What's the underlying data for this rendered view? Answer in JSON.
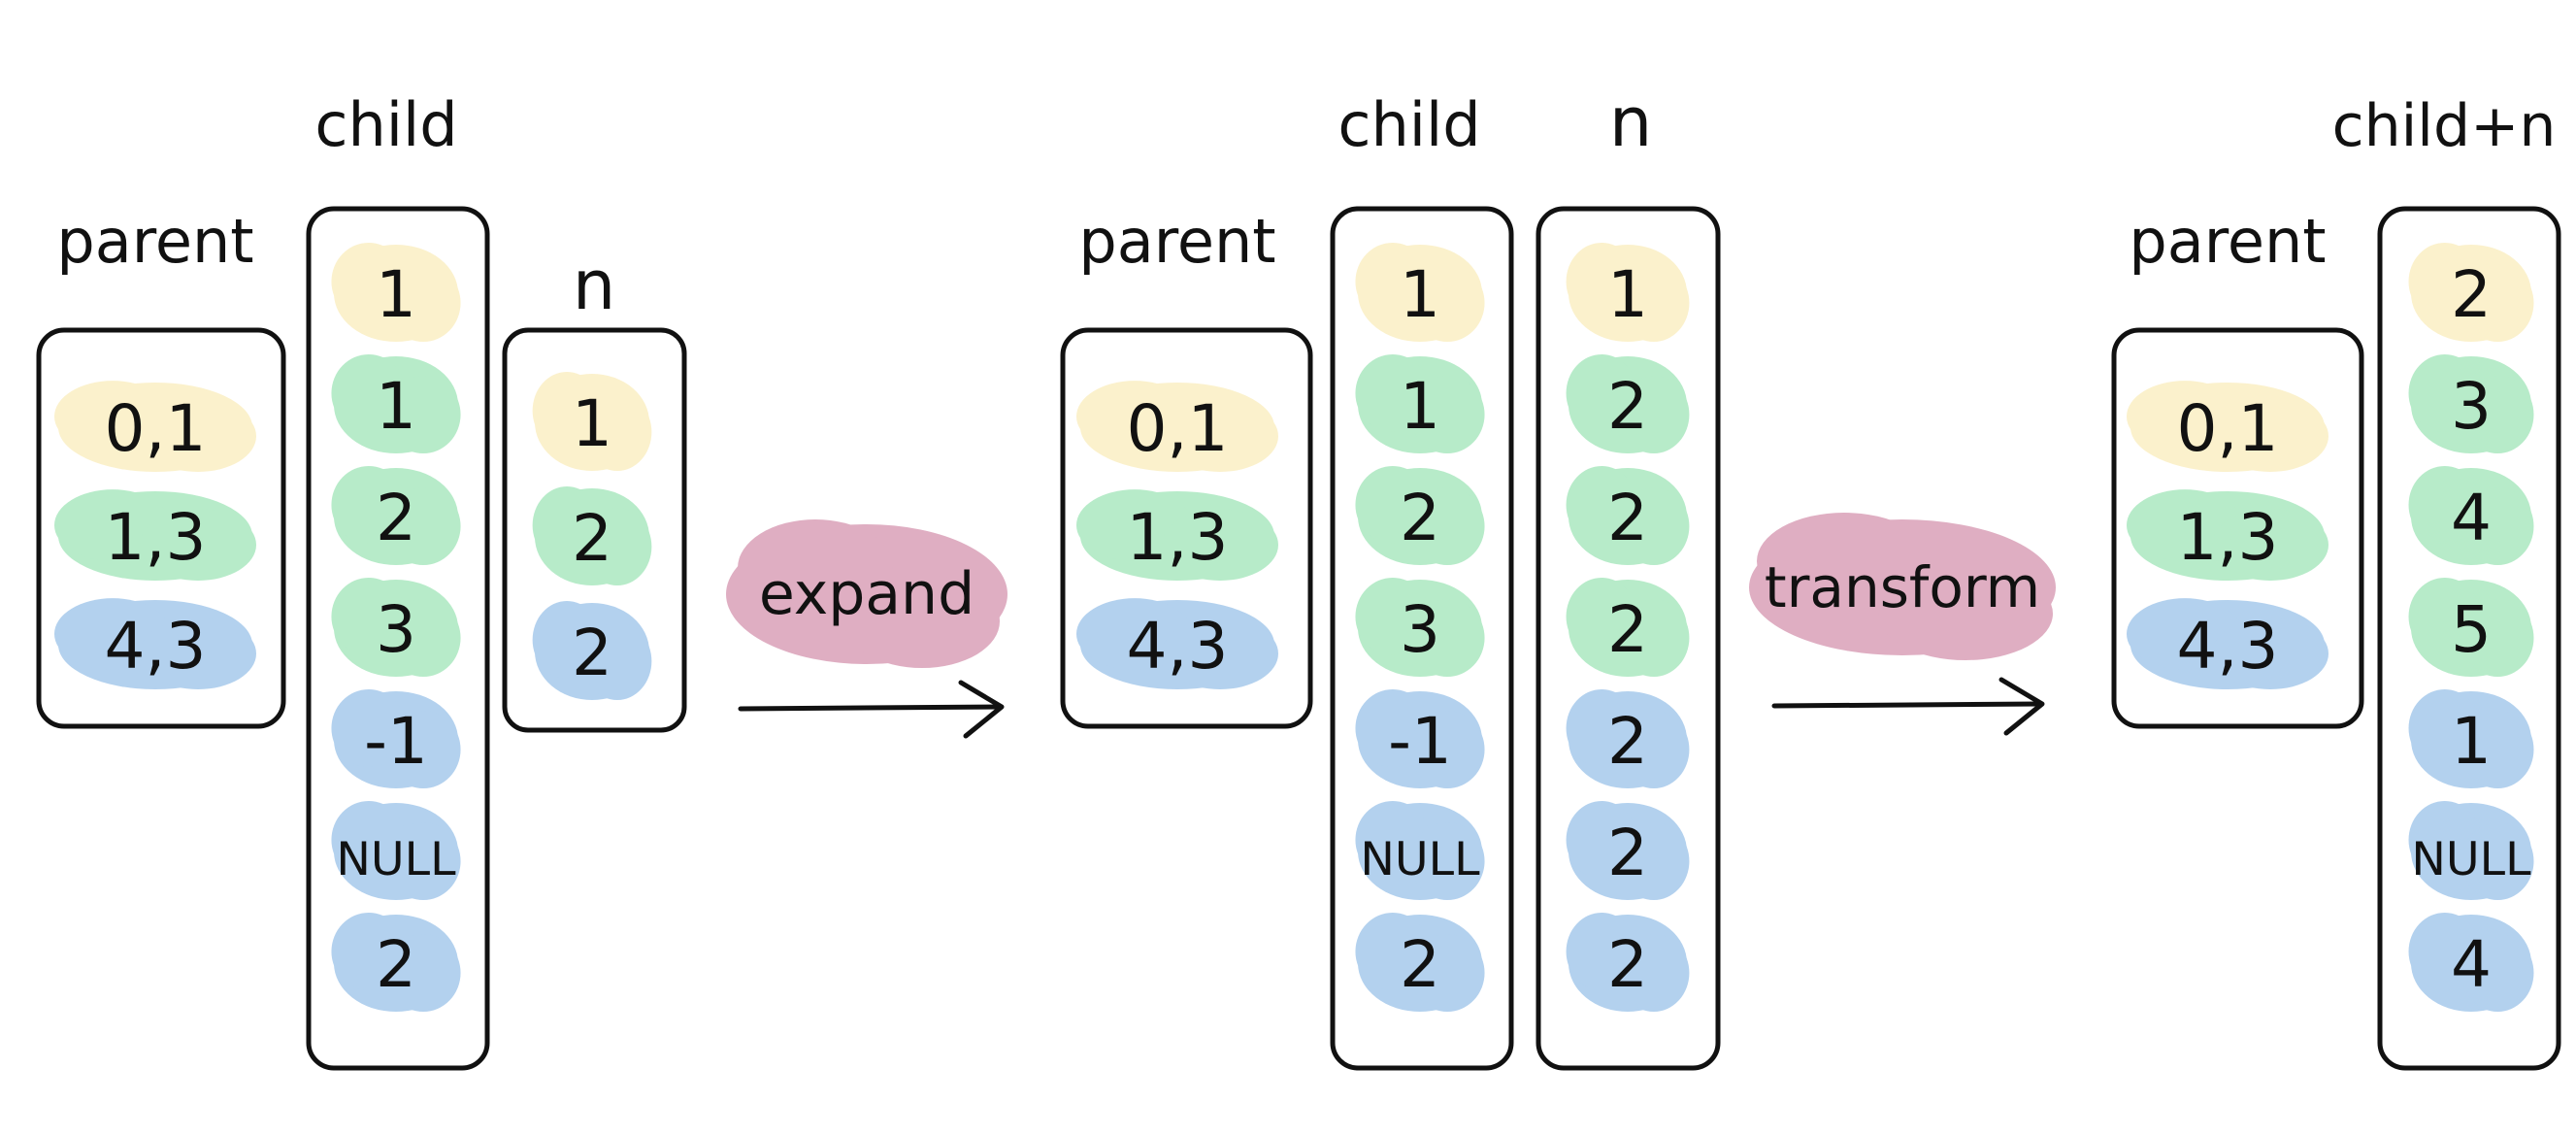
{
  "colors": {
    "yellow": "#fbf1cc",
    "green": "#b7ebc9",
    "blue": "#b3d1ee",
    "pink": "#dfaec2",
    "ink": "#111111"
  },
  "stage1": {
    "parent": {
      "label": "parent",
      "rows": [
        {
          "value": "0,1",
          "color": "yellow"
        },
        {
          "value": "1,3",
          "color": "green"
        },
        {
          "value": "4,3",
          "color": "blue"
        }
      ]
    },
    "child": {
      "label": "child",
      "items": [
        {
          "value": "1",
          "color": "yellow"
        },
        {
          "value": "1",
          "color": "green"
        },
        {
          "value": "2",
          "color": "green"
        },
        {
          "value": "3",
          "color": "green"
        },
        {
          "value": "-1",
          "color": "blue"
        },
        {
          "value": "NULL",
          "color": "blue"
        },
        {
          "value": "2",
          "color": "blue"
        }
      ]
    },
    "n": {
      "label": "n",
      "items": [
        {
          "value": "1",
          "color": "yellow"
        },
        {
          "value": "2",
          "color": "green"
        },
        {
          "value": "2",
          "color": "blue"
        }
      ]
    }
  },
  "op1": {
    "label": "expand",
    "color": "pink"
  },
  "stage2": {
    "parent": {
      "label": "parent",
      "rows": [
        {
          "value": "0,1",
          "color": "yellow"
        },
        {
          "value": "1,3",
          "color": "green"
        },
        {
          "value": "4,3",
          "color": "blue"
        }
      ]
    },
    "child": {
      "label": "child",
      "items": [
        {
          "value": "1",
          "color": "yellow"
        },
        {
          "value": "1",
          "color": "green"
        },
        {
          "value": "2",
          "color": "green"
        },
        {
          "value": "3",
          "color": "green"
        },
        {
          "value": "-1",
          "color": "blue"
        },
        {
          "value": "NULL",
          "color": "blue"
        },
        {
          "value": "2",
          "color": "blue"
        }
      ]
    },
    "n": {
      "label": "n",
      "items": [
        {
          "value": "1",
          "color": "yellow"
        },
        {
          "value": "2",
          "color": "green"
        },
        {
          "value": "2",
          "color": "green"
        },
        {
          "value": "2",
          "color": "green"
        },
        {
          "value": "2",
          "color": "blue"
        },
        {
          "value": "2",
          "color": "blue"
        },
        {
          "value": "2",
          "color": "blue"
        }
      ]
    }
  },
  "op2": {
    "label": "transform",
    "color": "pink"
  },
  "stage3": {
    "parent": {
      "label": "parent",
      "rows": [
        {
          "value": "0,1",
          "color": "yellow"
        },
        {
          "value": "1,3",
          "color": "green"
        },
        {
          "value": "4,3",
          "color": "blue"
        }
      ]
    },
    "child_plus_n": {
      "label": "child+n",
      "items": [
        {
          "value": "2",
          "color": "yellow"
        },
        {
          "value": "3",
          "color": "green"
        },
        {
          "value": "4",
          "color": "green"
        },
        {
          "value": "5",
          "color": "green"
        },
        {
          "value": "1",
          "color": "blue"
        },
        {
          "value": "NULL",
          "color": "blue"
        },
        {
          "value": "4",
          "color": "blue"
        }
      ]
    }
  }
}
